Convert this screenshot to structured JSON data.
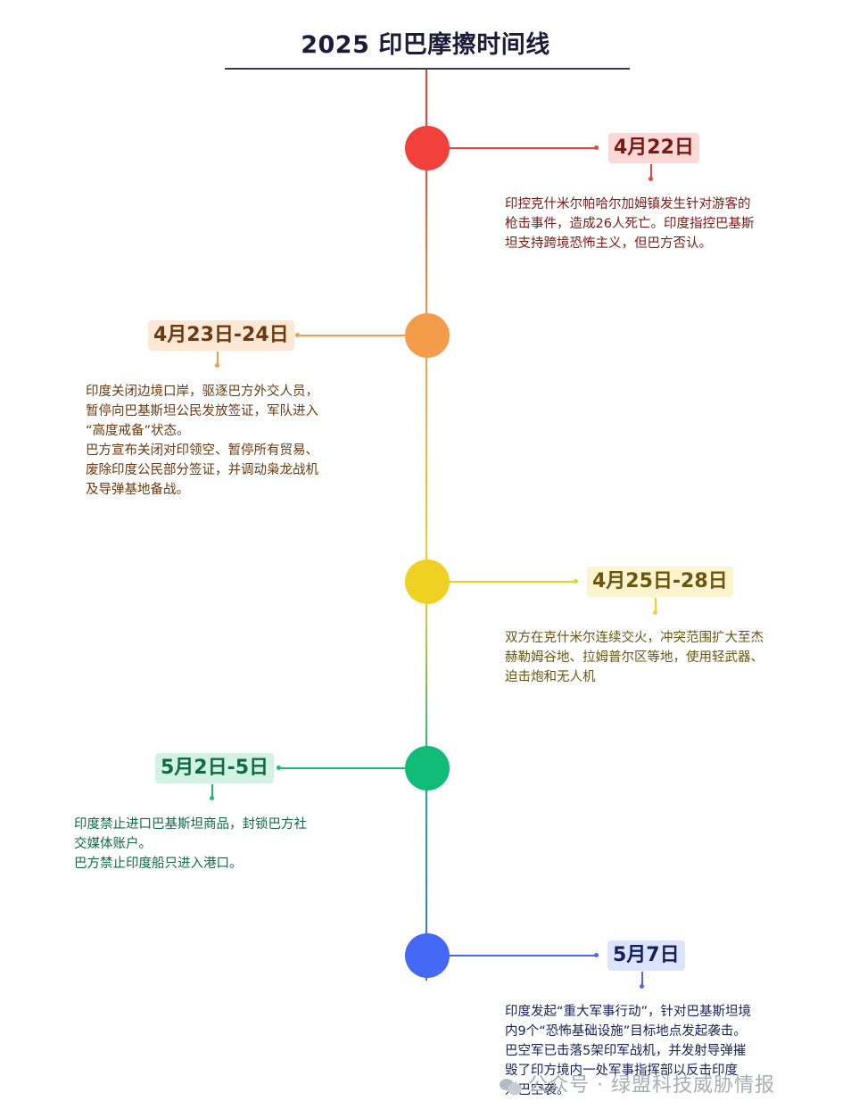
{
  "title": "2025 印巴摩擦时间线",
  "events": [
    {
      "date": "4月22日",
      "lines": [
        "印控克什米尔帕哈尔加姆镇发生针对游客的",
        "枪击事件，造成26人死亡。印度指控巴基斯",
        "坦支持跨境恐怖主义，但巴方否认。"
      ],
      "color": "#f2403b",
      "badge_bg": "#fdd8d6",
      "text_color": "#7a1a12"
    },
    {
      "date": "4月23日-24日",
      "lines": [
        "印度关闭边境口岸，驱逐巴方外交人员，",
        "暂停向巴基斯坦公民发放签证，军队进入",
        "“高度戒备”状态。",
        "巴方宣布关闭对印领空、暂停所有贸易、",
        "废除印度公民部分签证，并调动枭龙战机",
        "及导弹基地备战。"
      ],
      "color": "#f59c4b",
      "badge_bg": "#fde8d6",
      "text_color": "#6b3a10"
    },
    {
      "date": "4月25日-28日",
      "lines": [
        "双方在克什米尔连续交火，冲突范围扩大至杰",
        "赫勒姆谷地、拉姆普尔区等地，使用轻武器、",
        "迫击炮和无人机"
      ],
      "color": "#f0d023",
      "badge_bg": "#fcf3cf",
      "text_color": "#6b5510"
    },
    {
      "date": "5月2日-5日",
      "lines": [
        "印度禁止进口巴基斯坦商品，封锁巴方社",
        "交媒体账户。",
        "巴方禁止印度船只进入港口。"
      ],
      "color": "#10bc77",
      "badge_bg": "#d2f3e3",
      "text_color": "#0f6a45"
    },
    {
      "date": "5月7日",
      "lines": [
        "印度发起“重大军事行动”，针对巴基斯坦境",
        "内9个“恐怖基础设施”目标地点发起袭击。",
        "巴空军已击落5架印军战机，并发射导弹摧",
        "毁了印方境内一处军事指挥部以反击印度",
        "对巴空袭。"
      ],
      "color": "#4469f7",
      "badge_bg": "#dbe3fd",
      "text_color": "#14215e"
    }
  ],
  "watermark": "公众号 · 绿盟科技威胁情报"
}
